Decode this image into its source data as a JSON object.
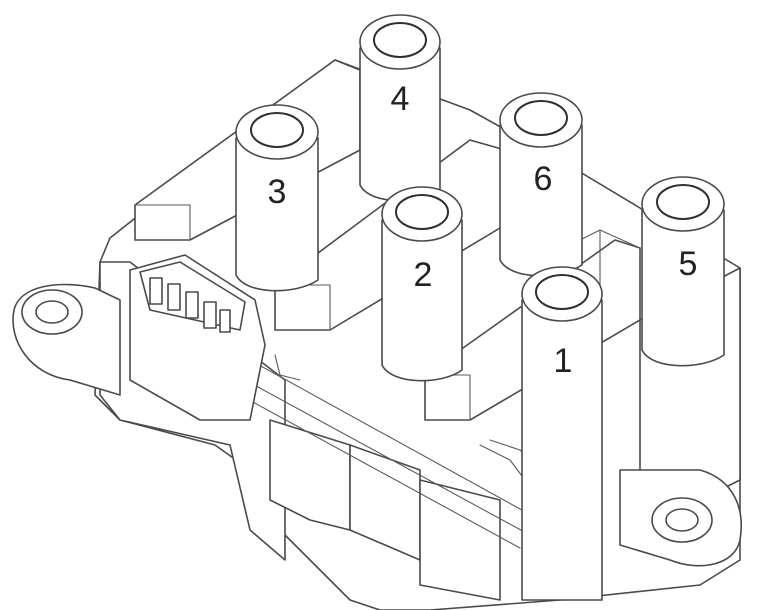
{
  "terminals": [
    {
      "id": "1",
      "label": "1"
    },
    {
      "id": "2",
      "label": "2"
    },
    {
      "id": "3",
      "label": "3"
    },
    {
      "id": "4",
      "label": "4"
    },
    {
      "id": "5",
      "label": "5"
    },
    {
      "id": "6",
      "label": "6"
    }
  ],
  "colors": {
    "line": "#4a4a4a",
    "fill": "#ffffff",
    "text": "#222222"
  }
}
